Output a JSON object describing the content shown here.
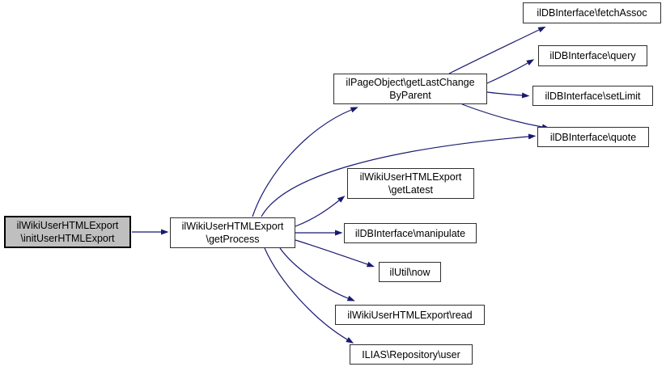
{
  "diagram": {
    "type": "call-graph",
    "colors": {
      "background": "#ffffff",
      "edge": "#191970",
      "node_border": "#2f2f2f",
      "node_fill": "#ffffff",
      "highlight_node_fill": "#bfbfbf",
      "highlight_node_border": "#000000",
      "text": "#000000"
    },
    "nodes": [
      {
        "id": "initUserHTMLExport",
        "line1": "ilWikiUserHTMLExport",
        "line2": "\\initUserHTMLExport",
        "highlighted": true
      },
      {
        "id": "getProcess",
        "line1": "ilWikiUserHTMLExport",
        "line2": "\\getProcess"
      },
      {
        "id": "getLastChangeByParent",
        "line1": "ilPageObject\\getLastChange",
        "line2": "ByParent"
      },
      {
        "id": "fetchAssoc",
        "line1": "ilDBInterface\\fetchAssoc"
      },
      {
        "id": "query",
        "line1": "ilDBInterface\\query"
      },
      {
        "id": "setLimit",
        "line1": "ilDBInterface\\setLimit"
      },
      {
        "id": "quote",
        "line1": "ilDBInterface\\quote"
      },
      {
        "id": "getLatest",
        "line1": "ilWikiUserHTMLExport",
        "line2": "\\getLatest"
      },
      {
        "id": "manipulate",
        "line1": "ilDBInterface\\manipulate"
      },
      {
        "id": "now",
        "line1": "ilUtil\\now"
      },
      {
        "id": "read",
        "line1": "ilWikiUserHTMLExport\\read"
      },
      {
        "id": "user",
        "line1": "ILIAS\\Repository\\user"
      }
    ],
    "edges": [
      {
        "from": "initUserHTMLExport",
        "to": "getProcess"
      },
      {
        "from": "getProcess",
        "to": "getLastChangeByParent"
      },
      {
        "from": "getProcess",
        "to": "quote"
      },
      {
        "from": "getProcess",
        "to": "getLatest"
      },
      {
        "from": "getProcess",
        "to": "manipulate"
      },
      {
        "from": "getProcess",
        "to": "now"
      },
      {
        "from": "getProcess",
        "to": "read"
      },
      {
        "from": "getProcess",
        "to": "user"
      },
      {
        "from": "getLastChangeByParent",
        "to": "fetchAssoc"
      },
      {
        "from": "getLastChangeByParent",
        "to": "query"
      },
      {
        "from": "getLastChangeByParent",
        "to": "setLimit"
      },
      {
        "from": "getLastChangeByParent",
        "to": "quote"
      }
    ]
  }
}
